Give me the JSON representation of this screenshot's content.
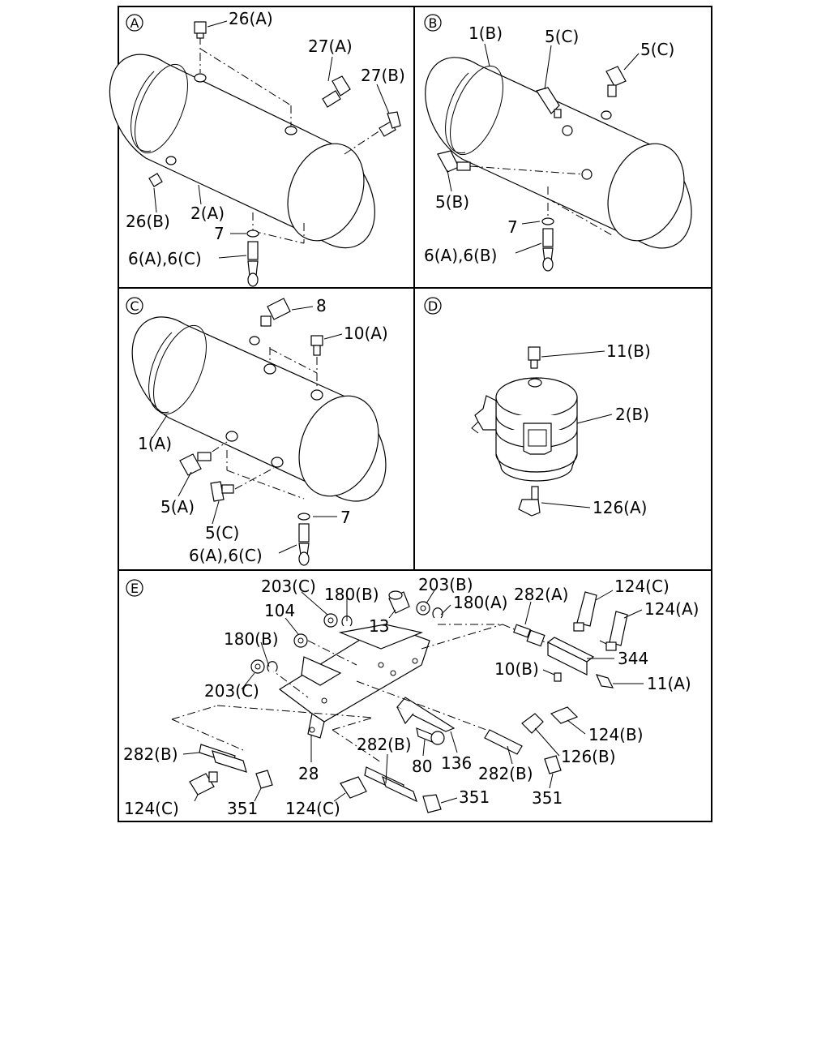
{
  "panels": {
    "A": {
      "letter": "A",
      "labels": {
        "l26a": "26(A)",
        "l27a": "27(A)",
        "l27b": "27(B)",
        "l26b": "26(B)",
        "l2a": "2(A)",
        "l7": "7",
        "l6ac": "6(A),6(C)"
      }
    },
    "B": {
      "letter": "B",
      "labels": {
        "l1b": "1(B)",
        "l5c_1": "5(C)",
        "l5c_2": "5(C)",
        "l5b": "5(B)",
        "l7": "7",
        "l6ab": "6(A),6(B)"
      }
    },
    "C": {
      "letter": "C",
      "labels": {
        "l8": "8",
        "l10a": "10(A)",
        "l1a": "1(A)",
        "l5a": "5(A)",
        "l5c": "5(C)",
        "l7": "7",
        "l6ac": "6(A),6(C)"
      }
    },
    "D": {
      "letter": "D",
      "labels": {
        "l11b": "11(B)",
        "l2b": "2(B)",
        "l126a": "126(A)"
      }
    },
    "E": {
      "letter": "E",
      "labels": {
        "l203c_top": "203(C)",
        "l180b_top": "180(B)",
        "l203b": "203(B)",
        "l282a": "282(A)",
        "l124c_top": "124(C)",
        "l124a": "124(A)",
        "l104": "104",
        "l13": "13",
        "l180a": "180(A)",
        "l344": "344",
        "l180b_left": "180(B)",
        "l10b": "10(B)",
        "l11a": "11(A)",
        "l203c_left": "203(C)",
        "l124b": "124(B)",
        "l282b_left": "282(B)",
        "l282b_mid": "282(B)",
        "l126b": "126(B)",
        "l28": "28",
        "l80": "80",
        "l136": "136",
        "l282b_right": "282(B)",
        "l124c_left": "124(C)",
        "l351_left": "351",
        "l124c_mid": "124(C)",
        "l351_mid": "351",
        "l351_right": "351"
      }
    }
  }
}
